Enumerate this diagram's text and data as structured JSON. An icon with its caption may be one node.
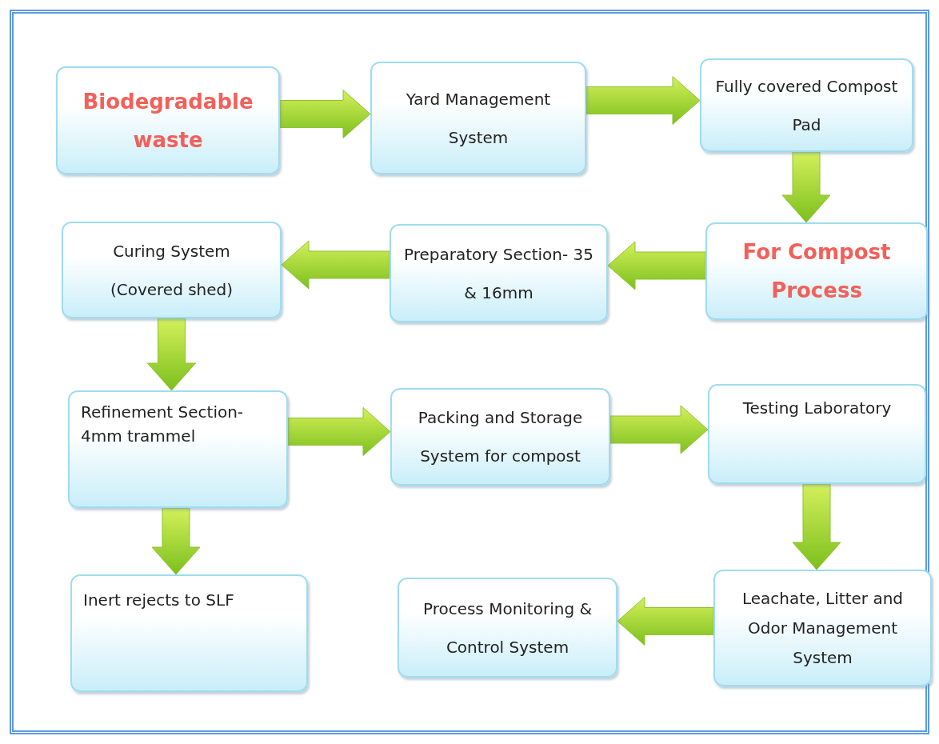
{
  "diagram": {
    "nodes": [
      {
        "text": [
          "Biodegradable waste"
        ]
      },
      {
        "text": [
          "Yard Management System"
        ]
      },
      {
        "text": [
          "Fully covered Compost Pad"
        ]
      },
      {
        "text": [
          "For Compost Process"
        ]
      },
      {
        "text": [
          "Preparatory Section- 35 & 16mm"
        ]
      },
      {
        "text": [
          "Curing System (Covered shed)"
        ]
      },
      {
        "text": [
          "Refinement Section-4mm trammel"
        ]
      },
      {
        "text": [
          "Packing and Storage System for compost"
        ]
      },
      {
        "text": [
          "Testing Laboratory"
        ]
      },
      {
        "text": [
          "Inert rejects to SLF"
        ]
      },
      {
        "text": [
          "Process Monitoring & Control System"
        ]
      },
      {
        "text": [
          "Leachate, Litter and Odor Management System"
        ]
      }
    ],
    "edges": [
      {
        "from": 0,
        "to": 1,
        "arrow": "to"
      },
      {
        "from": 1,
        "to": 2,
        "arrow": "to"
      },
      {
        "from": 2,
        "to": 3,
        "arrow": "to"
      },
      {
        "from": 3,
        "to": 4,
        "arrow": "to"
      },
      {
        "from": 4,
        "to": 5,
        "arrow": "to"
      },
      {
        "from": 5,
        "to": 6,
        "arrow": "to"
      },
      {
        "from": 6,
        "to": 7,
        "arrow": "to"
      },
      {
        "from": 7,
        "to": 8,
        "arrow": "to"
      },
      {
        "from": 8,
        "to": 11,
        "arrow": "to"
      },
      {
        "from": 11,
        "to": 10,
        "arrow": "to"
      },
      {
        "from": 6,
        "to": 9,
        "arrow": "to"
      }
    ]
  }
}
